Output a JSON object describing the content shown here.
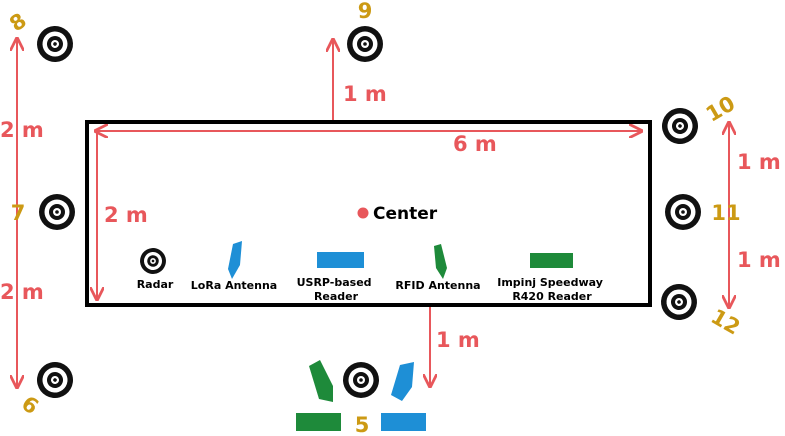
{
  "colors": {
    "dimension": "#e8575b",
    "position_number": "#cc9a14",
    "radar": "#111111",
    "lora": "#1e8fd6",
    "usrp": "#1e8fd6",
    "rfid": "#1e8a3a",
    "impinj": "#1e8a3a",
    "center": "#e8575b"
  },
  "dimensions": {
    "top_offset": "1 m",
    "left_upper": "2 m",
    "left_lower": "2 m",
    "width": "6 m",
    "half_depth": "2 m",
    "bottom_offset": "1 m",
    "right_upper": "1 m",
    "right_lower": "1 m"
  },
  "center_label": "Center",
  "legend": [
    {
      "key": "radar",
      "icon": "radar-icon",
      "label": [
        "Radar"
      ]
    },
    {
      "key": "lora",
      "icon": "lora-antenna-icon",
      "label": [
        "LoRa Antenna"
      ]
    },
    {
      "key": "usrp",
      "icon": "usrp-reader-icon",
      "label": [
        "USRP-based",
        "Reader"
      ]
    },
    {
      "key": "rfid",
      "icon": "rfid-antenna-icon",
      "label": [
        "RFID Antenna"
      ]
    },
    {
      "key": "impinj",
      "icon": "impinj-reader-icon",
      "label": [
        "Impinj Speedway",
        "R420 Reader"
      ]
    }
  ],
  "positions": [
    {
      "id": "5",
      "label": "5"
    },
    {
      "id": "6",
      "label": "6"
    },
    {
      "id": "7",
      "label": "7"
    },
    {
      "id": "8",
      "label": "8"
    },
    {
      "id": "9",
      "label": "9"
    },
    {
      "id": "10",
      "label": "10"
    },
    {
      "id": "11",
      "label": "11"
    },
    {
      "id": "12",
      "label": "12"
    }
  ]
}
